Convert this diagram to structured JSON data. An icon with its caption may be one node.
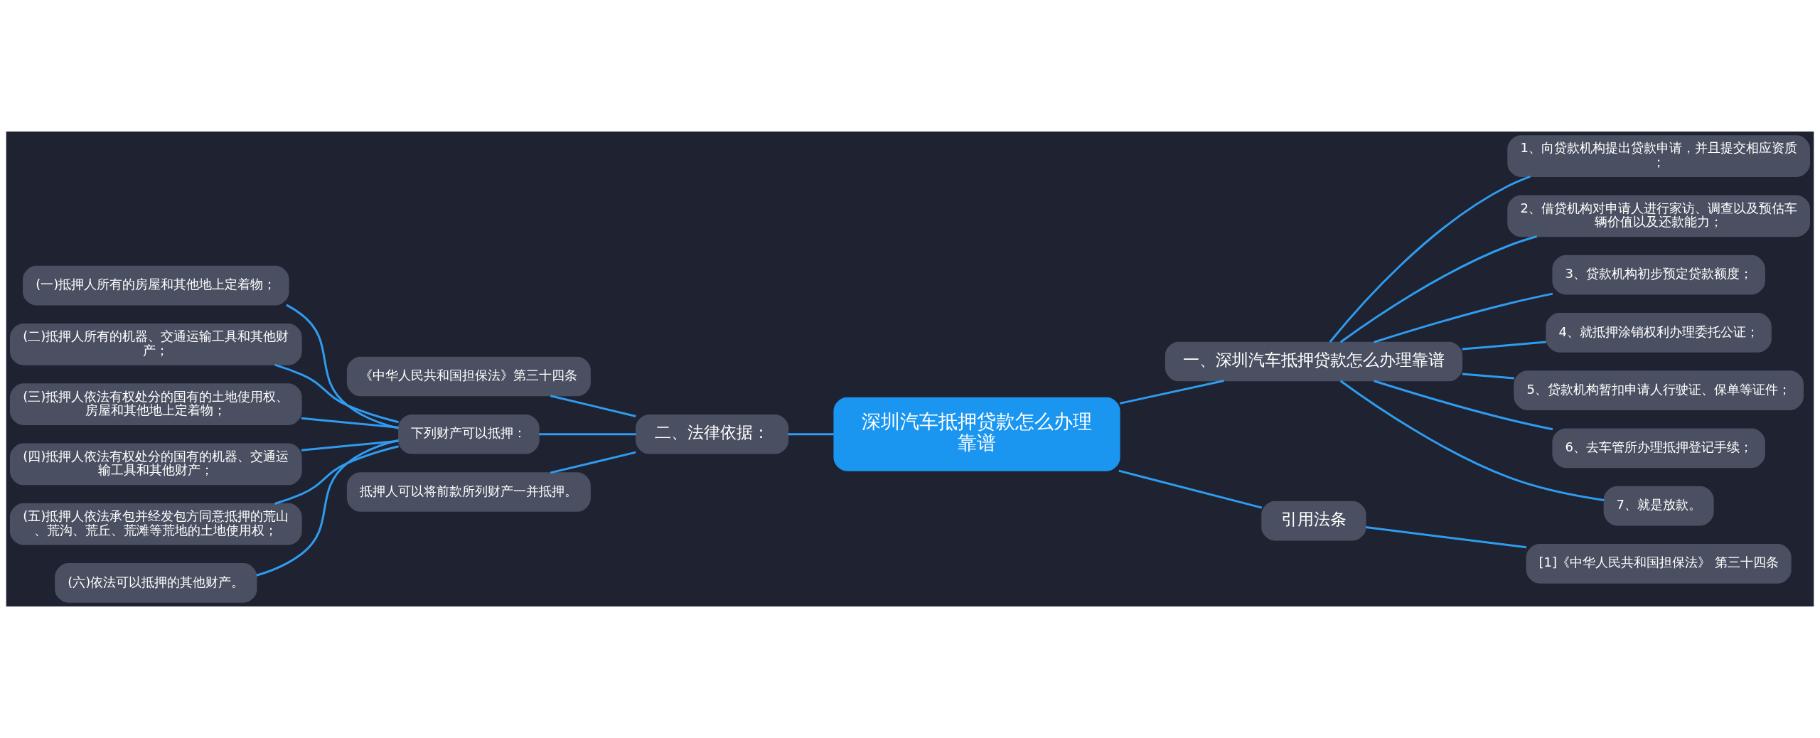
{
  "diagram": {
    "nodes": [
      {
        "text": [
          "深圳汽车抵押贷款怎么办理靠谱"
        ]
      },
      {
        "text": [
          "一、深圳汽车抵押贷款怎么办理靠谱"
        ]
      },
      {
        "text": [
          "1、向贷款机构提出贷款申请，并且提交相应资质；"
        ]
      },
      {
        "text": [
          "2、借贷机构对申请人进行家访、调查以及预估车辆价值以及还款能力；"
        ]
      },
      {
        "text": [
          "3、贷款机构初步预定贷款额度；"
        ]
      },
      {
        "text": [
          "4、就抵押涂销权利办理委托公证；"
        ]
      },
      {
        "text": [
          "5、贷款机构暂扣申请人行驶证、保单等证件；"
        ]
      },
      {
        "text": [
          "6、去车管所办理抵押登记手续；"
        ]
      },
      {
        "text": [
          "7、就是放款。"
        ]
      },
      {
        "text": [
          "二、法律依据："
        ]
      },
      {
        "text": [
          "《中华人民共和国担保法》第三十四条"
        ]
      },
      {
        "text": [
          "下列财产可以抵押："
        ]
      },
      {
        "text": [
          "(一)抵押人所有的房屋和其他地上定着物；"
        ]
      },
      {
        "text": [
          "(二)抵押人所有的机器、交通运输工具和其他财产；"
        ]
      },
      {
        "text": [
          "(三)抵押人依法有权处分的国有的土地使用权、房屋和其他地上定着物；"
        ]
      },
      {
        "text": [
          "(四)抵押人依法有权处分的国有的机器、交通运输工具和其他财产；"
        ]
      },
      {
        "text": [
          "(五)抵押人依法承包并经发包方同意抵押的荒山、荒沟、荒丘、荒滩等荒地的土地使用权；"
        ]
      },
      {
        "text": [
          "(六)依法可以抵押的其他财产。"
        ]
      },
      {
        "text": [
          "抵押人可以将前款所列财产一并抵押。"
        ]
      },
      {
        "text": [
          "引用法条"
        ]
      },
      {
        "text": [
          "[1]《中华人民共和国担保法》 第三十四条"
        ]
      }
    ],
    "edges": [
      {
        "from": 0,
        "to": 1,
        "arrow": "none"
      },
      {
        "from": 1,
        "to": 2,
        "arrow": "none"
      },
      {
        "from": 1,
        "to": 3,
        "arrow": "none"
      },
      {
        "from": 1,
        "to": 4,
        "arrow": "none"
      },
      {
        "from": 1,
        "to": 5,
        "arrow": "none"
      },
      {
        "from": 1,
        "to": 6,
        "arrow": "none"
      },
      {
        "from": 1,
        "to": 7,
        "arrow": "none"
      },
      {
        "from": 1,
        "to": 8,
        "arrow": "none"
      },
      {
        "from": 0,
        "to": 9,
        "arrow": "none"
      },
      {
        "from": 9,
        "to": 10,
        "arrow": "none"
      },
      {
        "from": 9,
        "to": 11,
        "arrow": "none"
      },
      {
        "from": 11,
        "to": 12,
        "arrow": "none"
      },
      {
        "from": 11,
        "to": 13,
        "arrow": "none"
      },
      {
        "from": 11,
        "to": 14,
        "arrow": "none"
      },
      {
        "from": 11,
        "to": 15,
        "arrow": "none"
      },
      {
        "from": 11,
        "to": 16,
        "arrow": "none"
      },
      {
        "from": 11,
        "to": 17,
        "arrow": "none"
      },
      {
        "from": 9,
        "to": 18,
        "arrow": "none"
      },
      {
        "from": 0,
        "to": 19,
        "arrow": "none"
      },
      {
        "from": 19,
        "to": 20,
        "arrow": "none"
      }
    ]
  }
}
